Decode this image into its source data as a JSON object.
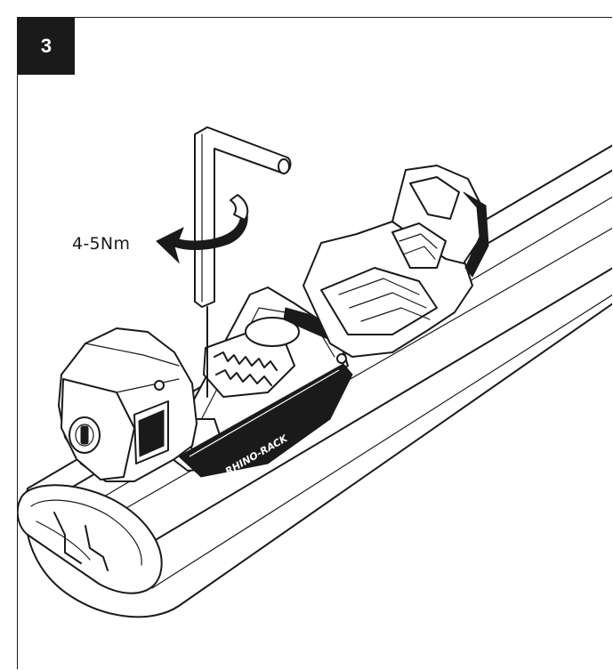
{
  "step": {
    "number": "3"
  },
  "torque": {
    "label": "4-5Nm"
  },
  "product": {
    "brand_mark": "RHINO-RACK"
  },
  "colors": {
    "ink": "#1a1a1a",
    "paper": "#ffffff"
  },
  "icons": {
    "tool": "hex-key-icon",
    "rotation": "clockwise-arrow-icon"
  }
}
